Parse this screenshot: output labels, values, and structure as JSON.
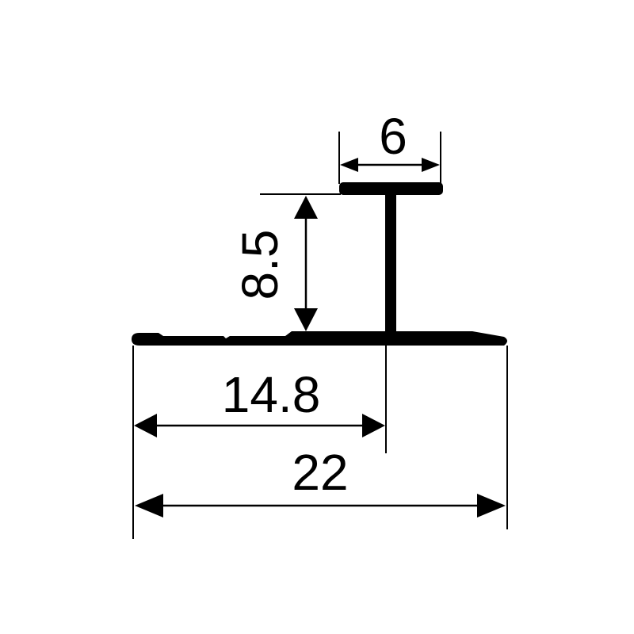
{
  "dimensions": {
    "flange_width": "6",
    "height": "8.5",
    "partial_width": "14.8",
    "total_width": "22"
  },
  "colors": {
    "line": "#000000",
    "background": "#ffffff"
  }
}
